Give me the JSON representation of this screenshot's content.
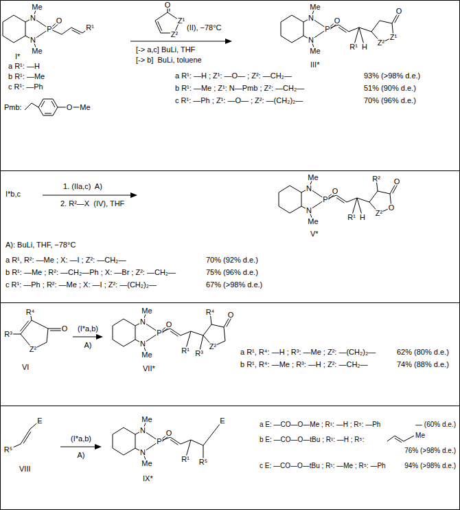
{
  "diagram": {
    "labels": [
      "Me",
      "N",
      "P",
      "O",
      "N",
      "Me",
      "R¹",
      "I*",
      "a R¹: —H",
      "b R¹: —Me",
      "c R¹: —Ph",
      "Pmb:",
      "O",
      "Me",
      "O",
      "Z¹",
      "Z²",
      "(II), −78°C",
      "[-> a,c] BuLi, THF",
      "[-> b]  BuLi, toluene",
      "Me",
      "N",
      "P",
      "O",
      "N",
      "Me",
      "R¹",
      "H",
      "Z²",
      "Z¹",
      "O",
      "III*",
      "a R¹: —H ; Z¹: —O— ; Z²: —CH₂—",
      "93% (>98% d.e.)",
      "b R¹: —Me ; Z¹: N—Pmb ; Z²: —CH₂—",
      "51% (90% d.e.)",
      "c R¹: —Ph ; Z¹: —O— ; Z²: —(CH₂)₂—",
      "70% (96% d.e.)",
      "I*b,c",
      "1. (IIa,c)  A)",
      "2. R²—X  (IV), THF",
      "Me",
      "N",
      "P",
      "O",
      "N",
      "Me",
      "R²",
      "O",
      "O",
      "Z²",
      "R¹",
      "H",
      "V*",
      "A): BuLi, THF, −78°C",
      "a R¹, R²: —Me ; X: —I ; Z²: —CH₂—",
      "70% (92% d.e.)",
      "b R¹: —Me ; R²: —CH₂—Ph ; X: —Br ; Z²: —CH₂—",
      "75% (96% d.e.)",
      "c R¹: —Ph ; R²: —Me ; X: —I ; Z²: —(CH₂)₂—",
      "67% (>98% d.e.)",
      "R⁴",
      "R³",
      "O",
      "Z²",
      "VI",
      "(I*a,b)",
      "A)",
      "Me",
      "N",
      "P",
      "O",
      "N",
      "Me",
      "R⁴",
      "O",
      "R¹",
      "R³",
      "Z²",
      "VII*",
      "a R¹, R⁴: —H ; R³: —Me ; Z²: —(CH₂)₂—",
      "62% (80% d.e.)",
      "b R¹, R⁴: —Me ; R³: —H ; Z²: —CH₂—",
      "74% (88% d.e.)",
      "E",
      "R⁵",
      "VIII",
      "(I*a,b)",
      "A)",
      "Me",
      "N",
      "P",
      "O",
      "N",
      "Me",
      "R¹",
      "R⁵",
      "E",
      "IX*",
      "a E: —CO—O—Me ; R¹: —H ; R⁵: —Ph",
      "— (60% d.e.)",
      "b E: —CO—O—tBu ; R¹: —H ; R⁵:",
      "Me",
      "76% (>98% d.e.)",
      "c E: —CO—O—tBu ; R¹: —Me ; R⁵: —Ph",
      "94% (>98% d.e.)"
    ]
  }
}
